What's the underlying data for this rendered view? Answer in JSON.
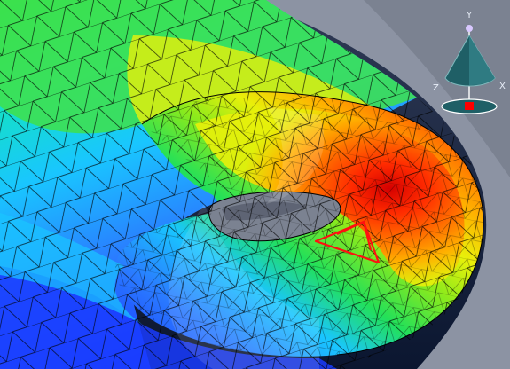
{
  "viewport": {
    "background_top": "#2f3a55",
    "background_bottom": "#0b1630"
  },
  "contour": {
    "palette": [
      "#1a3cff",
      "#2a7bff",
      "#19c6ff",
      "#14e0c8",
      "#22e05a",
      "#8bea1c",
      "#e8f00a",
      "#ffb000",
      "#ff6a00",
      "#ff2a00",
      "#d40000"
    ],
    "mesh_color": "#000000",
    "highlight_color": "#ff1010"
  },
  "triad": {
    "axes": {
      "x_label": "X",
      "y_label": "Y",
      "z_label": "Z"
    },
    "colors": {
      "body": "#1f5f66",
      "body_light": "#4aa3a8",
      "ring": "#ffffff",
      "origin": "#ff0000",
      "y_tip": "#d9c8ff"
    }
  }
}
